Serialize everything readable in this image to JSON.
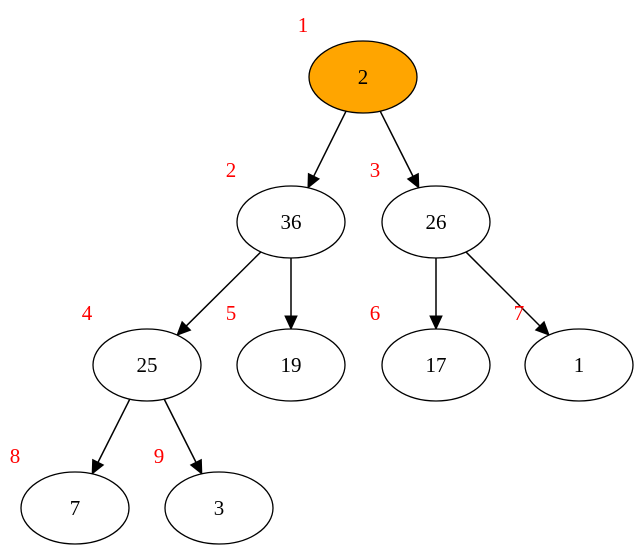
{
  "colors": {
    "root_fill": "#FFA500",
    "node_fill": "#FFFFFF",
    "index_color": "#FF0000",
    "edge_color": "#000000"
  },
  "nodes": [
    {
      "id": "n1",
      "value": "2",
      "index": "1",
      "highlighted": true
    },
    {
      "id": "n2",
      "value": "36",
      "index": "2",
      "highlighted": false
    },
    {
      "id": "n3",
      "value": "26",
      "index": "3",
      "highlighted": false
    },
    {
      "id": "n4",
      "value": "25",
      "index": "4",
      "highlighted": false
    },
    {
      "id": "n5",
      "value": "19",
      "index": "5",
      "highlighted": false
    },
    {
      "id": "n6",
      "value": "17",
      "index": "6",
      "highlighted": false
    },
    {
      "id": "n7",
      "value": "1",
      "index": "7",
      "highlighted": false
    },
    {
      "id": "n8",
      "value": "7",
      "index": "8",
      "highlighted": false
    },
    {
      "id": "n9",
      "value": "3",
      "index": "9",
      "highlighted": false
    }
  ],
  "edges": [
    {
      "from": "n1",
      "to": "n2"
    },
    {
      "from": "n1",
      "to": "n3"
    },
    {
      "from": "n2",
      "to": "n4"
    },
    {
      "from": "n2",
      "to": "n5"
    },
    {
      "from": "n3",
      "to": "n6"
    },
    {
      "from": "n3",
      "to": "n7"
    },
    {
      "from": "n4",
      "to": "n8"
    },
    {
      "from": "n4",
      "to": "n9"
    }
  ]
}
